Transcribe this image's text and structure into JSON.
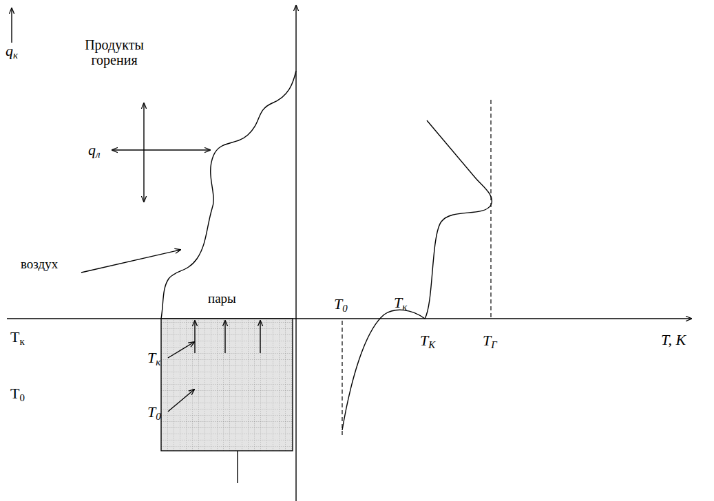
{
  "diagram": {
    "labels": [
      "qк",
      "Продукты горения",
      "qл",
      "воздух",
      "пары",
      "Tк",
      "T0",
      "Tк",
      "T0",
      "T0",
      "Tк",
      "TК",
      "TГ",
      "T, К"
    ]
  }
}
